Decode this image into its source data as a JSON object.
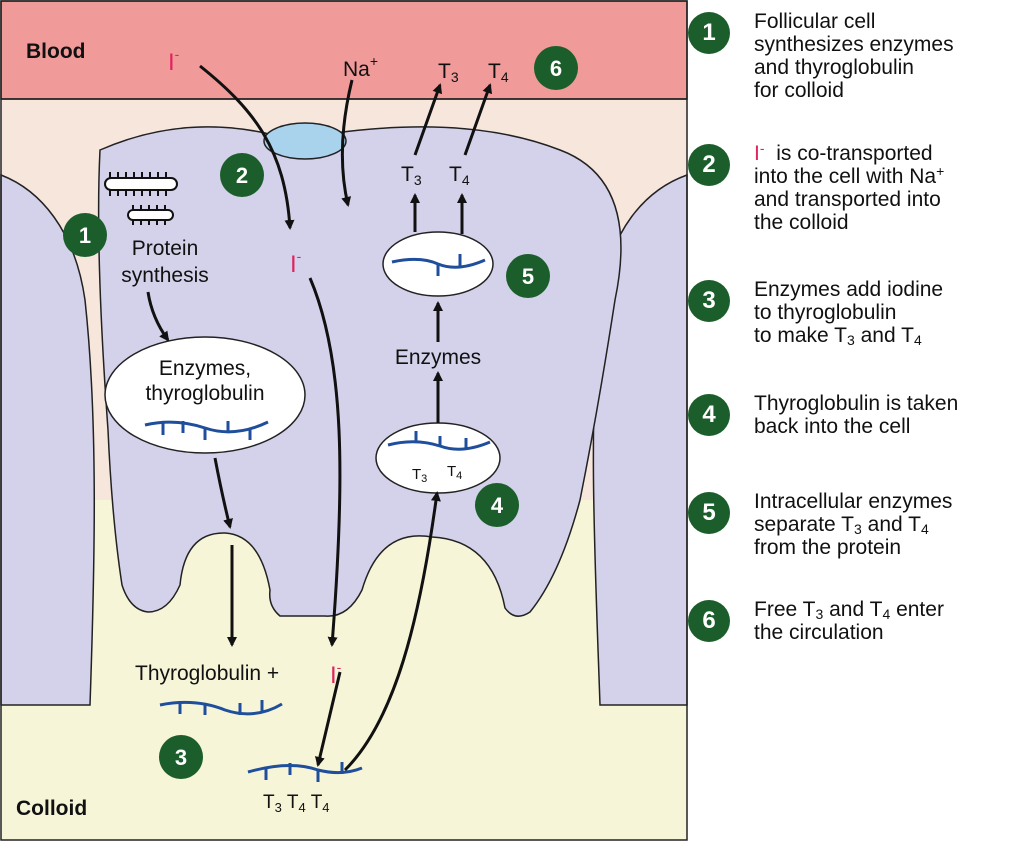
{
  "colors": {
    "blood": "#f09a9a",
    "interstitial": "#f7e6dc",
    "cell": "#d4d2ea",
    "colloid": "#f7f5d8",
    "channel": "#a9d2ec",
    "badge": "#1b5e2b",
    "iodine": "#e0245e",
    "strand": "#1f4f9c"
  },
  "regions": {
    "blood": "Blood",
    "colloid": "Colloid"
  },
  "labels": {
    "iodide": "I",
    "iodide_charge": "-",
    "sodium": "Na",
    "sodium_charge": "+",
    "t": "T",
    "sub3": "3",
    "sub4": "4",
    "protein_line1": "Protein",
    "protein_line2": "synthesis",
    "vesicle_line1": "Enzymes,",
    "vesicle_line2": "thyroglobulin",
    "enzymes": "Enzymes",
    "thyroglobulin_plus": "Thyroglobulin +"
  },
  "legend": [
    {
      "num": "1",
      "lines": [
        "Follicular cell",
        "synthesizes enzymes",
        "and thyroglobulin",
        "for colloid"
      ]
    },
    {
      "num": "2",
      "iodide": "I",
      "iodide_charge": "-",
      "after": "is co-transported",
      "lines": [
        "into the cell with Na",
        "and transported into",
        "the colloid"
      ],
      "na_charge": "+"
    },
    {
      "num": "3",
      "lines": [
        "Enzymes add iodine",
        "to thyroglobulin",
        "to make T",
        "and T"
      ]
    },
    {
      "num": "4",
      "lines": [
        "Thyroglobulin is taken",
        "back into the cell"
      ]
    },
    {
      "num": "5",
      "lines": [
        "Intracellular enzymes",
        "separate T",
        "and T",
        "from the protein"
      ]
    },
    {
      "num": "6",
      "lines": [
        "Free T",
        "and T",
        "enter",
        "the circulation"
      ]
    }
  ],
  "steps": [
    "1",
    "2",
    "3",
    "4",
    "5",
    "6"
  ]
}
